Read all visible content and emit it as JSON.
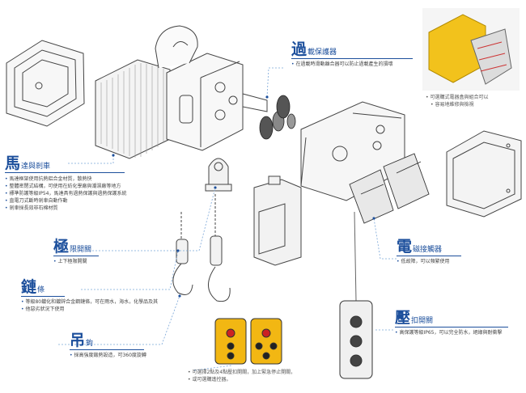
{
  "labels": {
    "motor": {
      "big": "馬",
      "small": "達與剎車",
      "bullets": [
        "馬達框架使用抗熱鋁合金材質，散熱快",
        "整體密閉式結構，可使用在紡化學廠與潮濕廠等地方",
        "標準防護等級IP54，馬達具有過熱保護與過熱保護系統",
        "直電刀式斷時剎車自動作動",
        "剎車採長效非石棉材質"
      ]
    },
    "overload": {
      "big": "過",
      "small": "載保護器",
      "bullets": [
        "在過載時滑動離合器可以防止過載產生的損壞"
      ]
    },
    "limit": {
      "big": "極",
      "small": "限開關",
      "bullets": [
        "上下極限開關"
      ]
    },
    "chain": {
      "big": "鏈",
      "small": "條",
      "bullets": [
        "等級80鍍化和鍍鋅合金鋼鏈條，可在雨水，海水，化學品及其",
        "他惡劣狀況下使用"
      ]
    },
    "hook": {
      "big": "吊",
      "small": "鉤",
      "bullets": [
        "採高強度鍛熱設造，可360度旋轉"
      ]
    },
    "contactor": {
      "big": "電",
      "small": "磁接觸器",
      "bullets": [
        "低故障，可以頻繁使用"
      ]
    },
    "pushbutton": {
      "big": "壓",
      "small": "扣開關",
      "bullets": [
        "高保護等級IP65，可以完全防水，絕緣與耐衝擊"
      ]
    }
  },
  "captions": {
    "photo": [
      "可選購式電器盒與組合可以",
      "容易地維修與檢視"
    ],
    "pendants": [
      "可選擇2點及4點壓扣開關，加上緊急停止開關，",
      "或可選購遙控器。"
    ]
  },
  "colors": {
    "accent": "#1c4f9c",
    "pendant_yellow": "#f2b713",
    "photo_yellow": "#f2c21c"
  }
}
